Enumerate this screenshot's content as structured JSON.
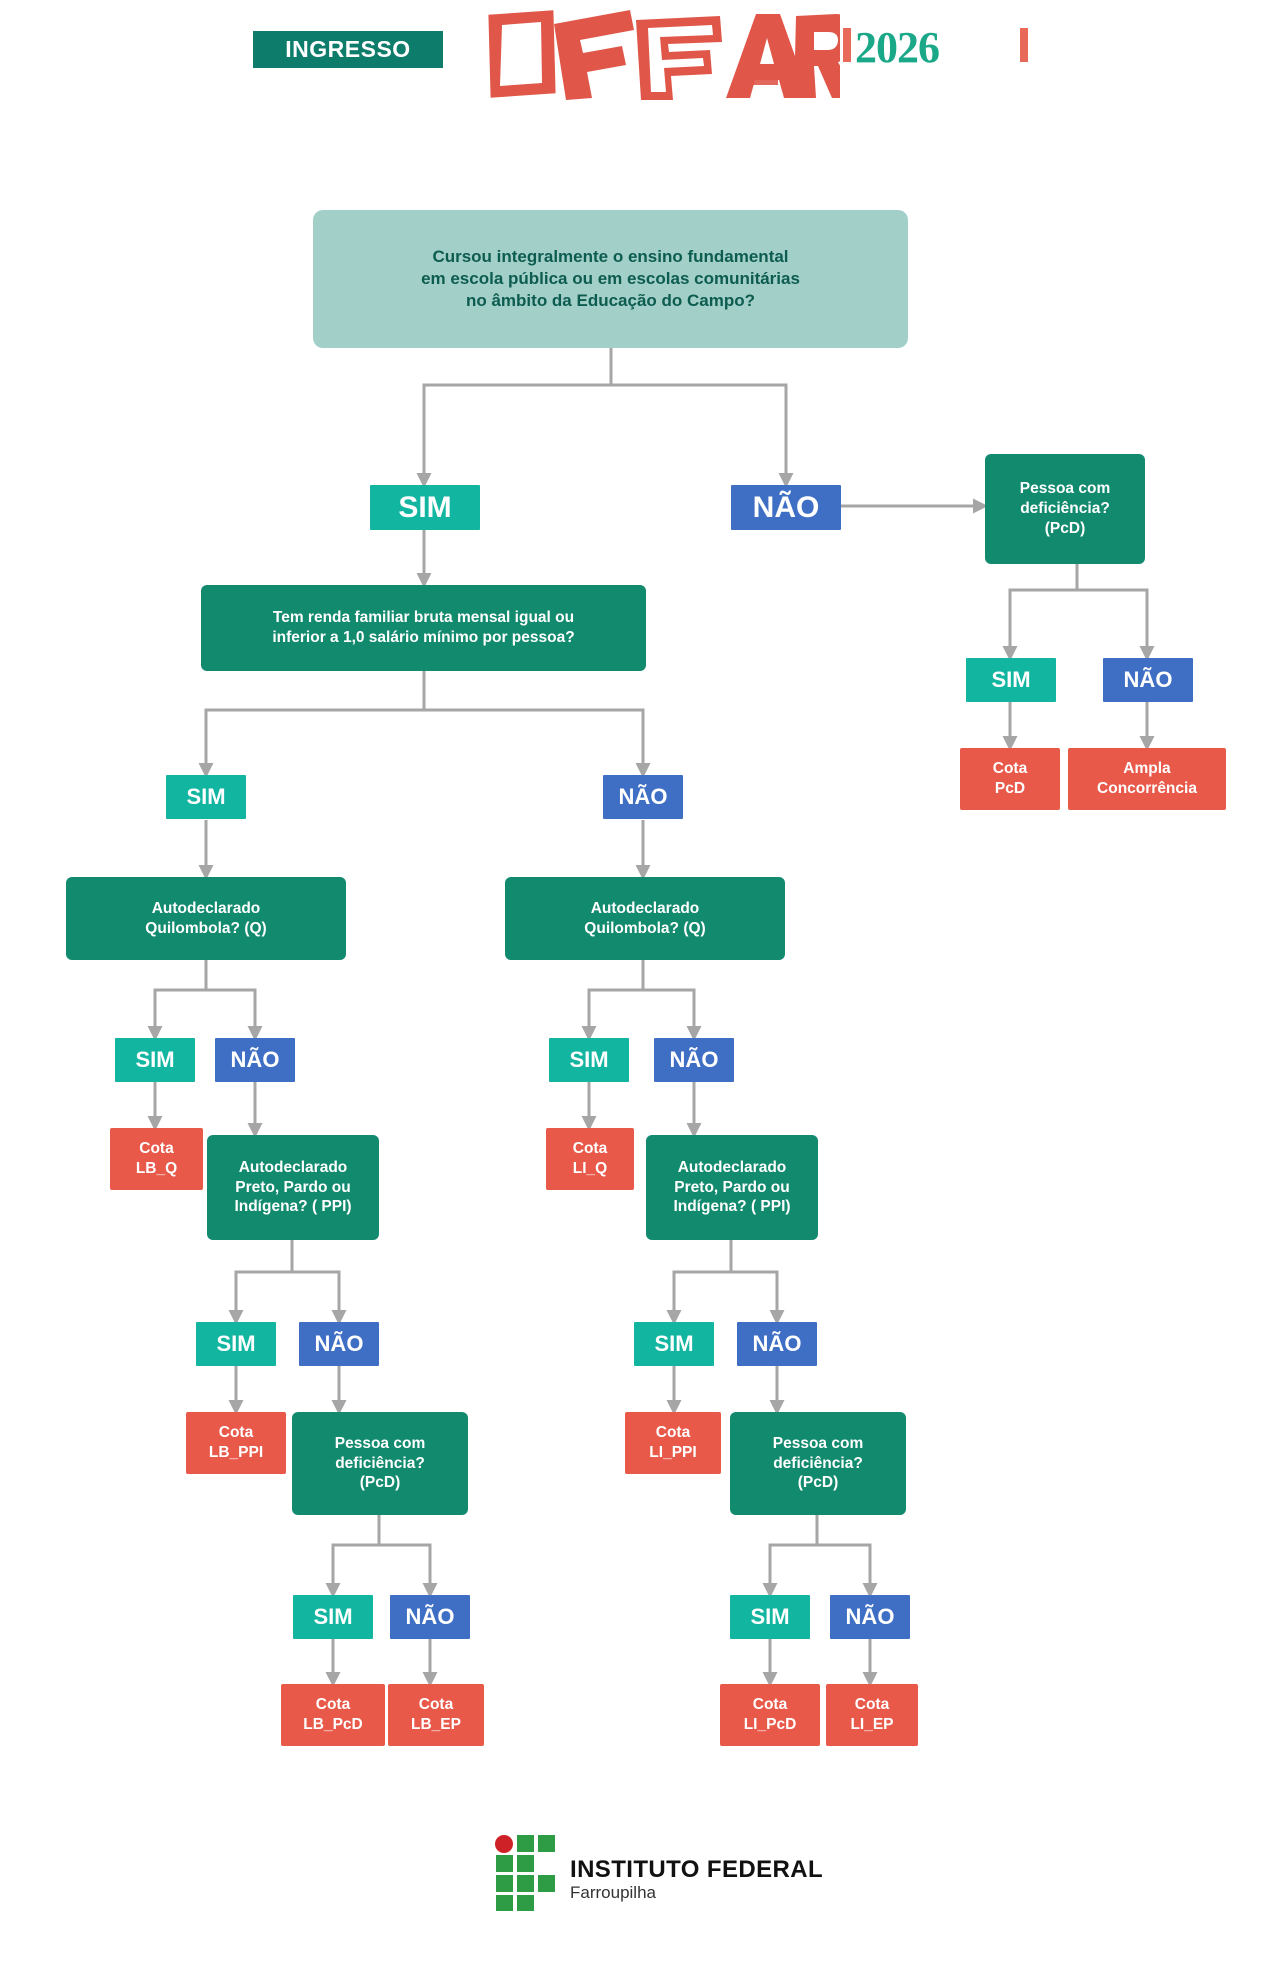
{
  "header": {
    "ingresso_label": "INGRESSO",
    "logo_text": "IFFAR",
    "year": "2026",
    "badge_color": "#0E7C6B",
    "logo_color": "#E0574A",
    "year_color": "#1AA888"
  },
  "palette": {
    "question_light": "#A3CFC9",
    "question_light_text": "#0D5C50",
    "question_green": "#128A6E",
    "result_red": "#E8594A",
    "sim_teal": "#12B5A0",
    "nao_blue": "#3F6FC4",
    "connector_gray": "#A6A6A6"
  },
  "labels": {
    "sim": "SIM",
    "nao": "NÃO"
  },
  "nodes": {
    "q_root": "Cursou integralmente o ensino fundamental\nem escola pública ou em escolas comunitárias\nno âmbito da Educação do Campo?",
    "q_renda": "Tem renda familiar bruta mensal igual ou\ninferior a 1,0 salário mínimo por pessoa?",
    "q_pcd_right": "Pessoa com\ndeficiência?\n(PcD)",
    "q_quilombola_left": "Autodeclarado\nQuilombola? (Q)",
    "q_quilombola_right": "Autodeclarado\nQuilombola? (Q)",
    "q_ppi_left": "Autodeclarado\nPreto, Pardo ou\nIndígena? ( PPI)",
    "q_ppi_right": "Autodeclarado\nPreto, Pardo ou\nIndígena? ( PPI)",
    "q_pcd_lb": "Pessoa com\ndeficiência?\n(PcD)",
    "q_pcd_li": "Pessoa com\ndeficiência?\n(PcD)",
    "r_cota_pcd": "Cota\nPcD",
    "r_ampla": "Ampla\nConcorrência",
    "r_lb_q": "Cota\nLB_Q",
    "r_li_q": "Cota\nLI_Q",
    "r_lb_ppi": "Cota\nLB_PPI",
    "r_li_ppi": "Cota\nLI_PPI",
    "r_lb_pcd": "Cota\nLB_PcD",
    "r_lb_ep": "Cota\nLB_EP",
    "r_li_pcd": "Cota\nLI_PcD",
    "r_li_ep": "Cota\nLI_EP"
  },
  "badges": {
    "root_sim": "SIM",
    "root_nao": "NÃO",
    "pcdright_sim": "SIM",
    "pcdright_nao": "NÃO",
    "renda_sim": "SIM",
    "renda_nao": "NÃO",
    "qleft_sim": "SIM",
    "qleft_nao": "NÃO",
    "qright_sim": "SIM",
    "qright_nao": "NÃO",
    "ppileft_sim": "SIM",
    "ppileft_nao": "NÃO",
    "ppiright_sim": "SIM",
    "ppiright_nao": "NÃO",
    "pcdlb_sim": "SIM",
    "pcdlb_nao": "NÃO",
    "pcdli_sim": "SIM",
    "pcdli_nao": "NÃO"
  },
  "footer": {
    "institute_line1": "INSTITUTO FEDERAL",
    "institute_line2": "Farroupilha",
    "mark_green": "#2E9B45",
    "mark_red": "#CE2027"
  }
}
